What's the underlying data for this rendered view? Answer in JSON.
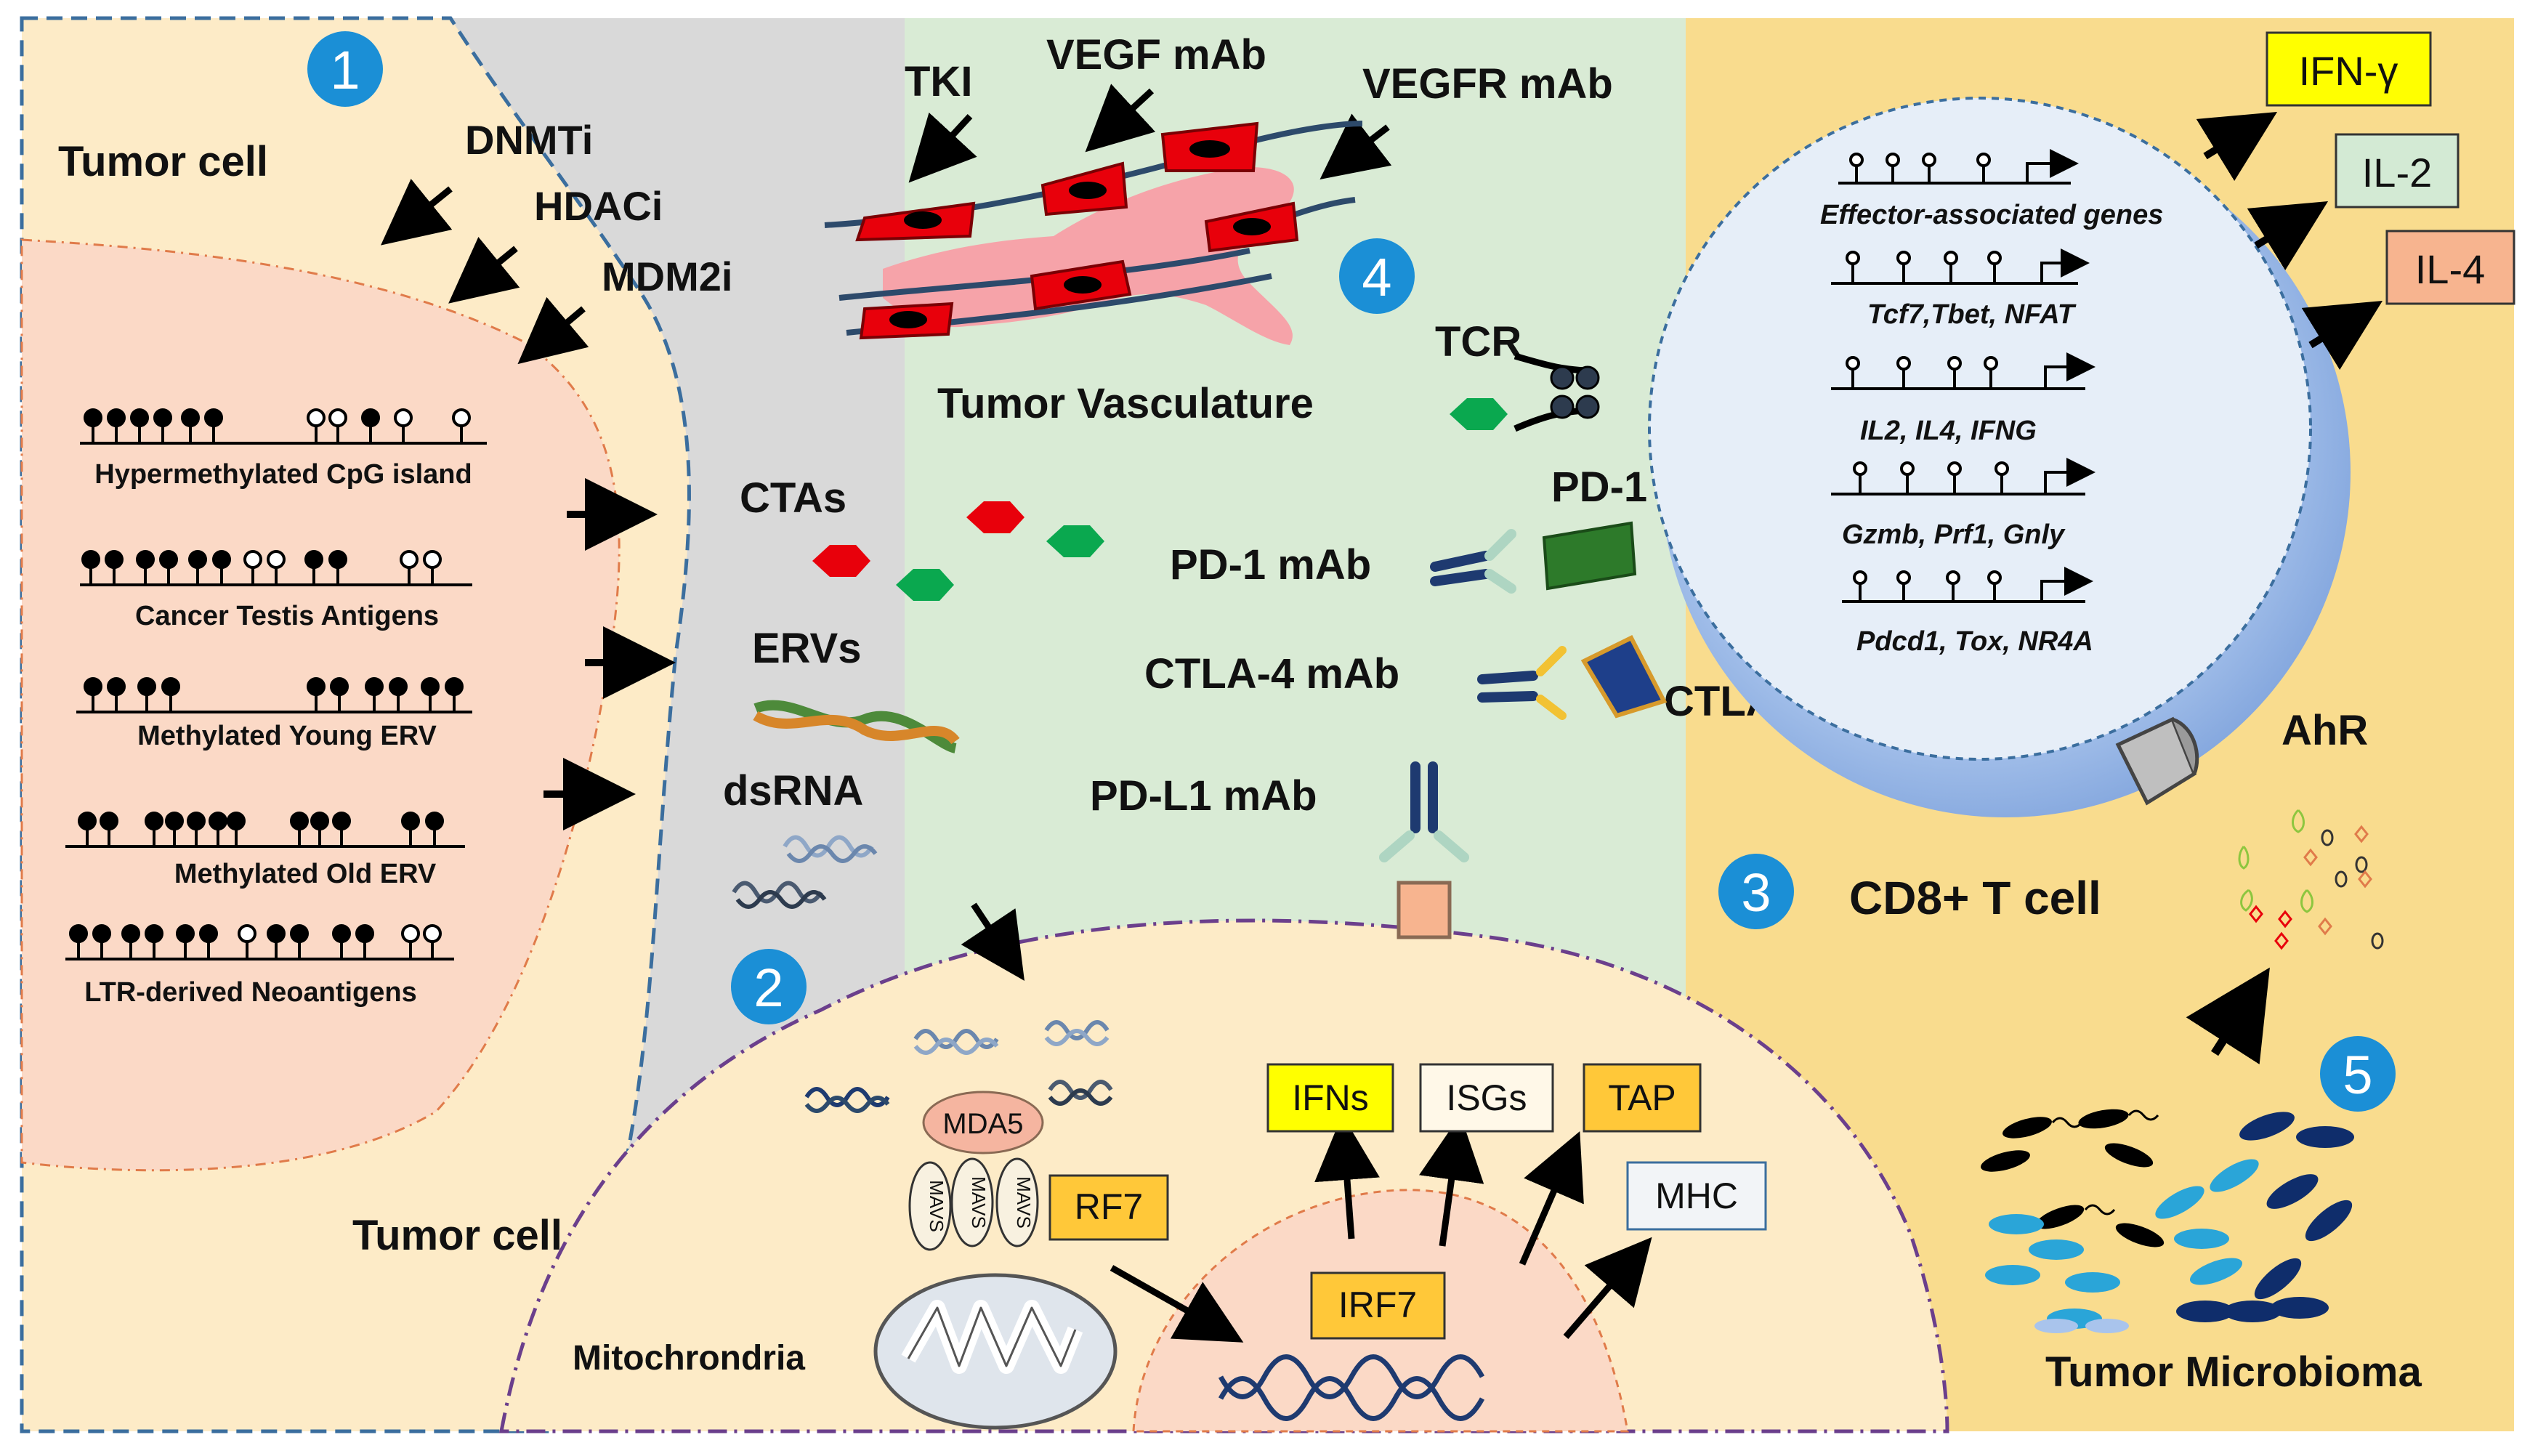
{
  "labels": {
    "tumor_cell_top": "Tumor cell",
    "tumor_cell_bottom": "Tumor cell",
    "dnmti": "DNMTi",
    "hdaci": "HDACi",
    "mdm2i": "MDM2i",
    "ctas": "CTAs",
    "ervs": "ERVs",
    "dsrna": "dsRNA",
    "tki": "TKI",
    "vegf_mab": "VEGF mAb",
    "vegfr_mab": "VEGFR mAb",
    "tumor_vasculature": "Tumor Vasculature",
    "tcr": "TCR",
    "pd1": "PD-1",
    "pd1_mab": "PD-1 mAb",
    "ctla4_mab": "CTLA-4 mAb",
    "ctla4": "CTLA-4",
    "pdl1_mab": "PD-L1 mAb",
    "cd8_t_cell": "CD8+ T cell",
    "ahr": "AhR",
    "tumor_microbioma": "Tumor Microbioma",
    "mitochondria": "Mitochrondria",
    "mda5": "MDA5",
    "mavs": "MAVS"
  },
  "numbers": [
    "1",
    "2",
    "3",
    "4",
    "5"
  ],
  "methylation_rows": [
    "Hypermethylated CpG island",
    "Cancer Testis Antigens",
    "Methylated Young ERV",
    "Methylated Old ERV",
    "LTR-derived Neoantigens"
  ],
  "gene_rows": [
    "Effector-associated genes",
    "Tcf7,Tbet, NFAT",
    "IL2, IL4, IFNG",
    "Gzmb, Prf1, Gnly",
    "Pdcd1, Tox, NR4A"
  ],
  "cytokines": [
    "IFN-γ",
    "IL-2",
    "IL-4"
  ],
  "boxes": {
    "ifns": "IFNs",
    "isgs": "ISGs",
    "tap": "TAP",
    "mhc": "MHC",
    "rf7": "RF7",
    "irf7": "IRF7"
  },
  "colors": {
    "tumor_region": "#fdebc7",
    "tumor_inner": "#fbd9c6",
    "gray_region": "#d9d9d9",
    "green_region": "#d9ebd5",
    "tcell_region": "#f9dc8e",
    "tcell_body": "#9dbbe8",
    "tcell_nucleus": "#dde9f8",
    "number_circle": "#1b8fd6",
    "ifn_yellow": "#ffff00",
    "il2_green": "#d3ead4",
    "il4_salmon": "#f7b48f",
    "box_orange": "#ffc839"
  }
}
